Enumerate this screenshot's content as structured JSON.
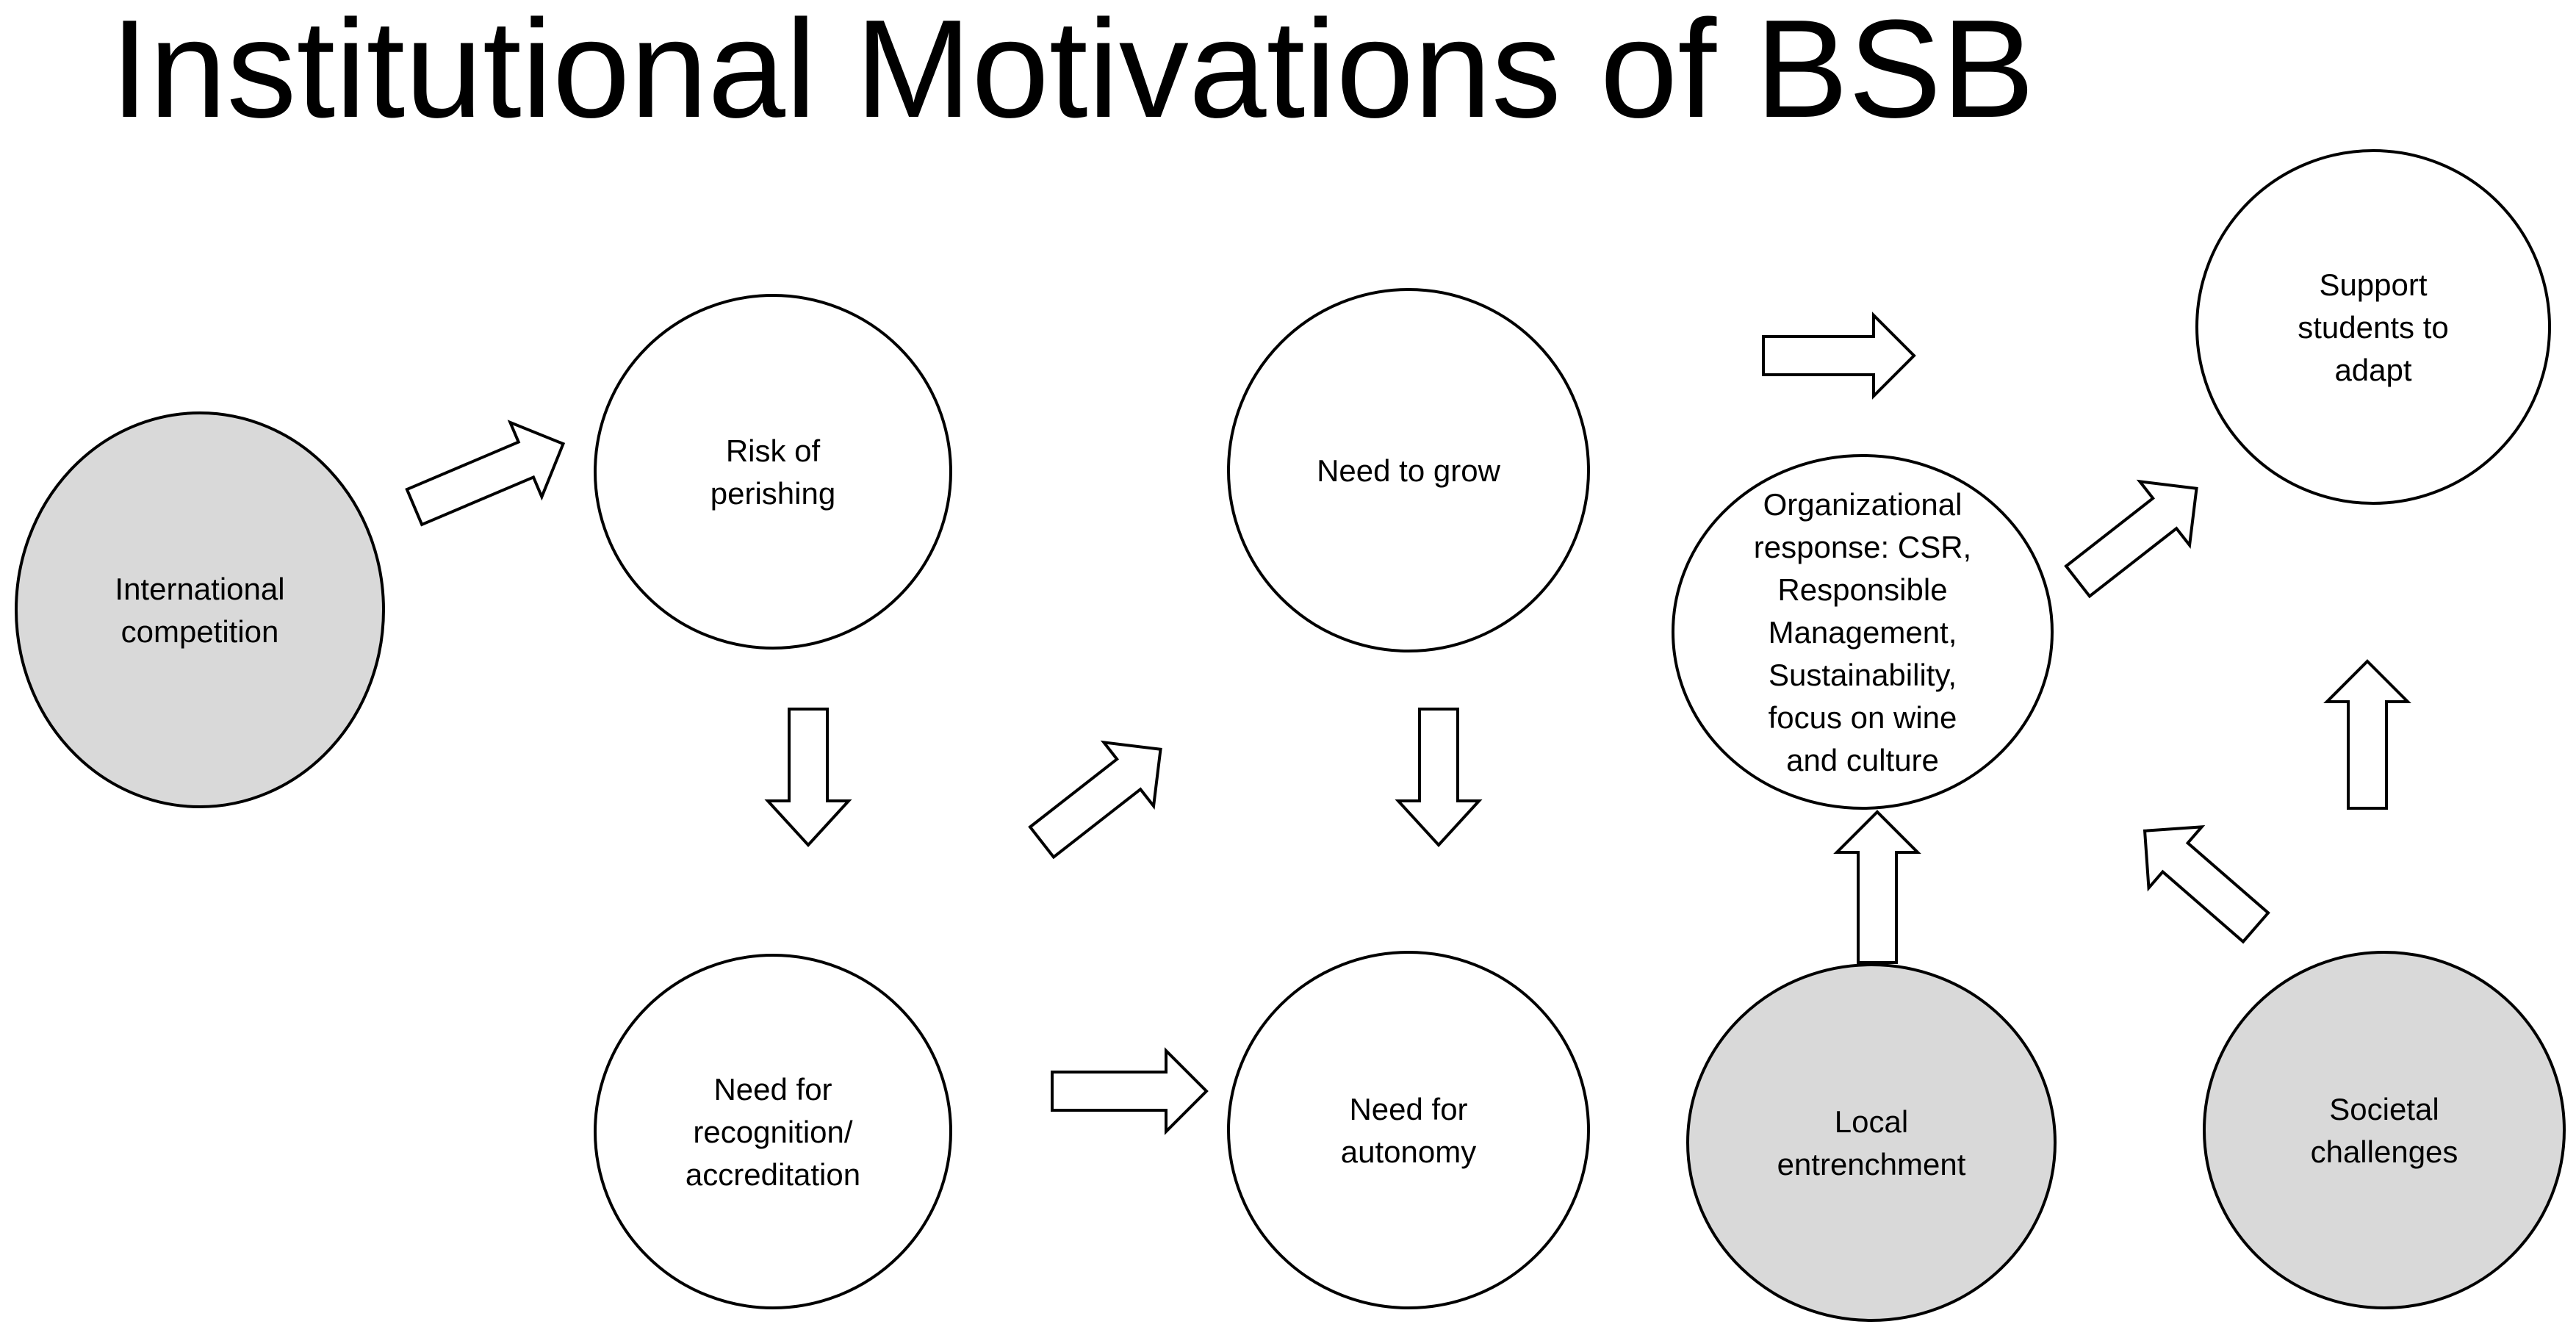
{
  "title": "Institutional Motivations of BSB",
  "colors": {
    "driver_fill": "#d9d9d9",
    "node_fill": "#ffffff",
    "stroke": "#000000"
  },
  "nodes": {
    "international_competition": {
      "lines": [
        "International",
        "competition"
      ],
      "kind": "driver"
    },
    "risk_of_perishing": {
      "lines": [
        "Risk of",
        "perishing"
      ],
      "kind": "node"
    },
    "need_for_recognition": {
      "lines": [
        "Need for",
        "recognition/",
        "accreditation"
      ],
      "kind": "node"
    },
    "need_to_grow": {
      "lines": [
        "Need to grow"
      ],
      "kind": "node"
    },
    "need_for_autonomy": {
      "lines": [
        "Need for",
        "autonomy"
      ],
      "kind": "node"
    },
    "organizational_response": {
      "lines": [
        "Organizational",
        "response: CSR,",
        "Responsible",
        "Management,",
        "Sustainability,",
        "focus on wine",
        "and culture"
      ],
      "kind": "node"
    },
    "support_students": {
      "lines": [
        "Support",
        "students to",
        "adapt"
      ],
      "kind": "node"
    },
    "local_entrenchment": {
      "lines": [
        "Local",
        "entrenchment"
      ],
      "kind": "driver"
    },
    "societal_challenges": {
      "lines": [
        "Societal",
        "challenges"
      ],
      "kind": "driver"
    }
  }
}
